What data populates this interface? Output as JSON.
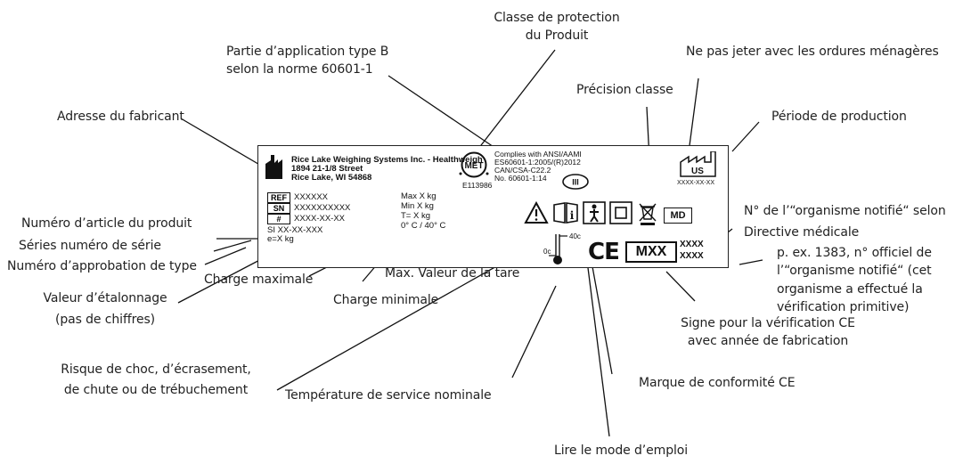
{
  "labels": {
    "classe_protection": [
      "Classe de protection",
      "du Produit"
    ],
    "partie_application": [
      "Partie d’application type B",
      "selon la norme 60601-1"
    ],
    "ne_pas_jeter": "Ne pas jeter avec les ordures ménagères",
    "precision_classe": "Précision classe",
    "adresse_fabricant": "Adresse du fabricant",
    "periode_production": "Période de production",
    "numero_article": "Numéro d’article du produit",
    "series_numero": "Séries numéro de série",
    "numero_approbation": "Numéro d’approbation de type",
    "valeur_etalonnage": [
      "Valeur d’étalonnage",
      "(pas de chiffres)"
    ],
    "charge_maximale": "Charge maximale",
    "charge_minimale": "Charge minimale",
    "max_tare": "Max. Valeur de la tare",
    "organisme_notifie": [
      "N° de l’“organisme notifié“ selon",
      "Directive médicale"
    ],
    "pex_1383": [
      "p. ex. 1383, n° officiel de",
      "l’“organisme notifié“ (cet",
      "organisme a effectué la",
      "vérification primitive)"
    ],
    "signe_verification": [
      "Signe pour la vérification CE",
      "avec année de fabrication"
    ],
    "risque_choc": [
      "Risque de choc, d’écrasement,",
      "de chute ou de trébuchement"
    ],
    "marque_ce": "Marque de conformité CE",
    "temperature": "Température de service nominale",
    "lire_mode": "Lire le mode d’emploi"
  },
  "plate": {
    "company": "Rice Lake Weighing Systems Inc. - Healthweigh",
    "address1": "1894 21-1/8 Street",
    "address2": "Rice Lake, WI 54868",
    "ref_tag": "REF",
    "ref_value": "XXXXXX",
    "sn_tag": "SN",
    "sn_value": "XXXXXXXXXX",
    "hash_tag": "#",
    "hash_value": "XXXX-XX-XX",
    "si_value": "SI XX-XX-XXX",
    "e_value": "e=X kg",
    "max_value": "Max X kg",
    "min_value": "Min X kg",
    "tare_value": "T= X kg",
    "temp_value": "0° C / 40° C",
    "met_text": "MET",
    "met_code": "E113986",
    "complies1": "Complies with ANSI/AAMI",
    "complies2": "ES60601-1:2005/(R)2012",
    "complies3": "CAN/CSA-C22.2",
    "complies4": "No. 60601-1:14",
    "class_text": "III",
    "us_text": "US",
    "us_date": "XXXX-XX-XX",
    "md_text": "MD",
    "mxx_text": "MXX",
    "xxxx1": "XXXX",
    "xxxx2": "XXXX",
    "temp_low": "0c",
    "temp_high": "40c",
    "ce_text": "CE"
  }
}
